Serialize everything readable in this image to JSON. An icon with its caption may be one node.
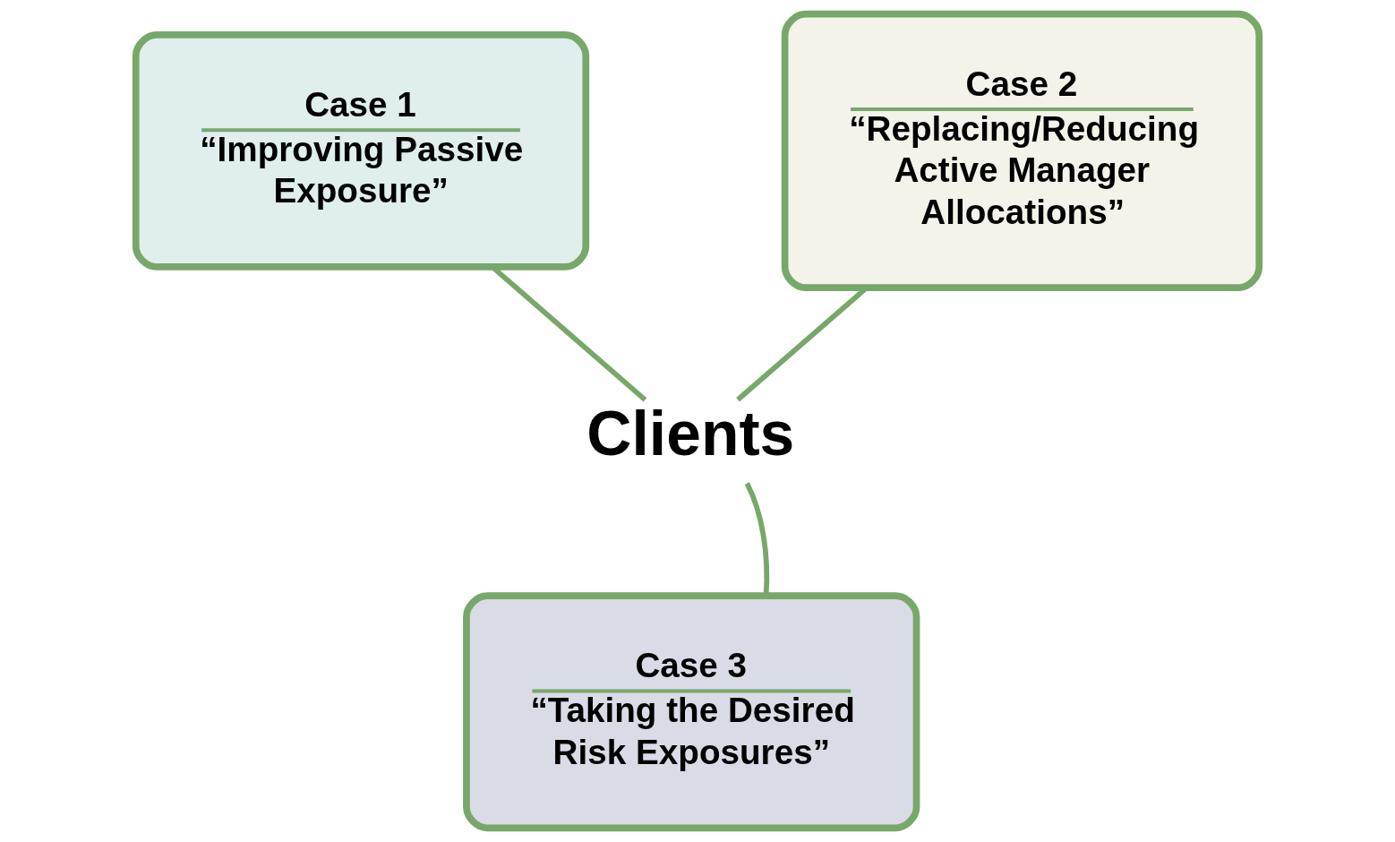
{
  "diagram": {
    "nodes": [
      {
        "text": [
          "Case 1",
          "“Improving Passive Exposure”"
        ]
      },
      {
        "text": [
          "Case 2",
          "“Replacing/Reducing Active Manager Allocations”"
        ]
      },
      {
        "text": [
          "Clients"
        ]
      },
      {
        "text": [
          "Case 3",
          "“Taking the Desired Risk Exposures”"
        ]
      }
    ],
    "edges": [
      {
        "from": 0,
        "to": 2,
        "arrow": "none"
      },
      {
        "from": 1,
        "to": 2,
        "arrow": "none"
      },
      {
        "from": 3,
        "to": 2,
        "arrow": "none"
      }
    ]
  }
}
